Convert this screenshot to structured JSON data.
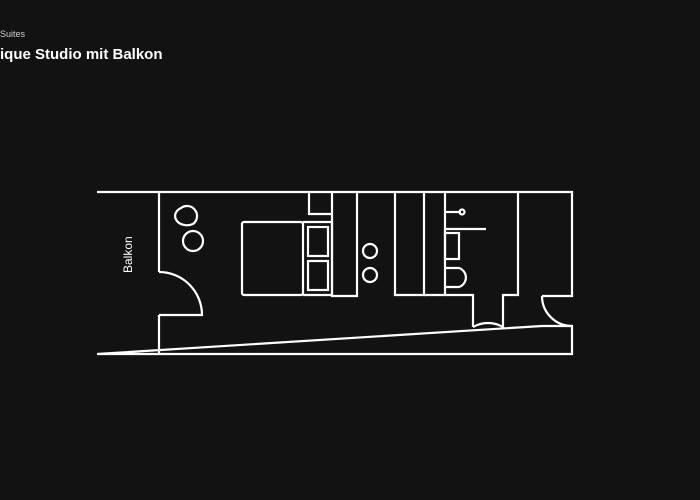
{
  "header": {
    "subtitle": "Suites",
    "title": "ique Studio mit Balkon"
  },
  "floorplan": {
    "room_labels": [
      "Balkon"
    ],
    "line_color": "#ffffff",
    "background": "#121212"
  }
}
